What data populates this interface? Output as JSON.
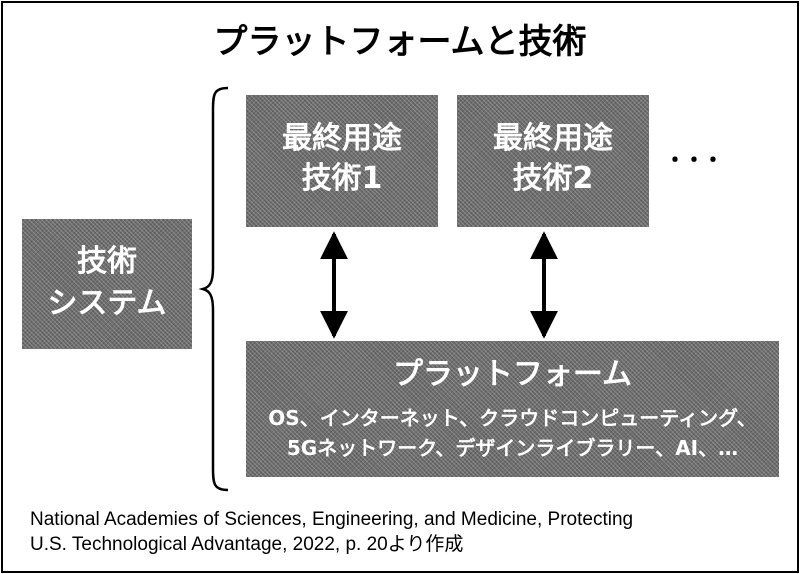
{
  "title": "プラットフォームと技術",
  "tech_system": {
    "line1": "技術",
    "line2": "システム"
  },
  "end_use_1": {
    "line1": "最終用途",
    "line2": "技術1"
  },
  "end_use_2": {
    "line1": "最終用途",
    "line2": "技術2"
  },
  "ellipsis": "･･･",
  "platform": {
    "title": "プラットフォーム",
    "line1": "OS、インターネット、クラウドコンピューティング、",
    "line2": "5Gネットワーク、デザインライブラリー、AI、…"
  },
  "source": {
    "line1": "National Academies of Sciences, Engineering, and Medicine, Protecting",
    "line2": "U.S. Technological Advantage, 2022, p. 20より作成"
  }
}
